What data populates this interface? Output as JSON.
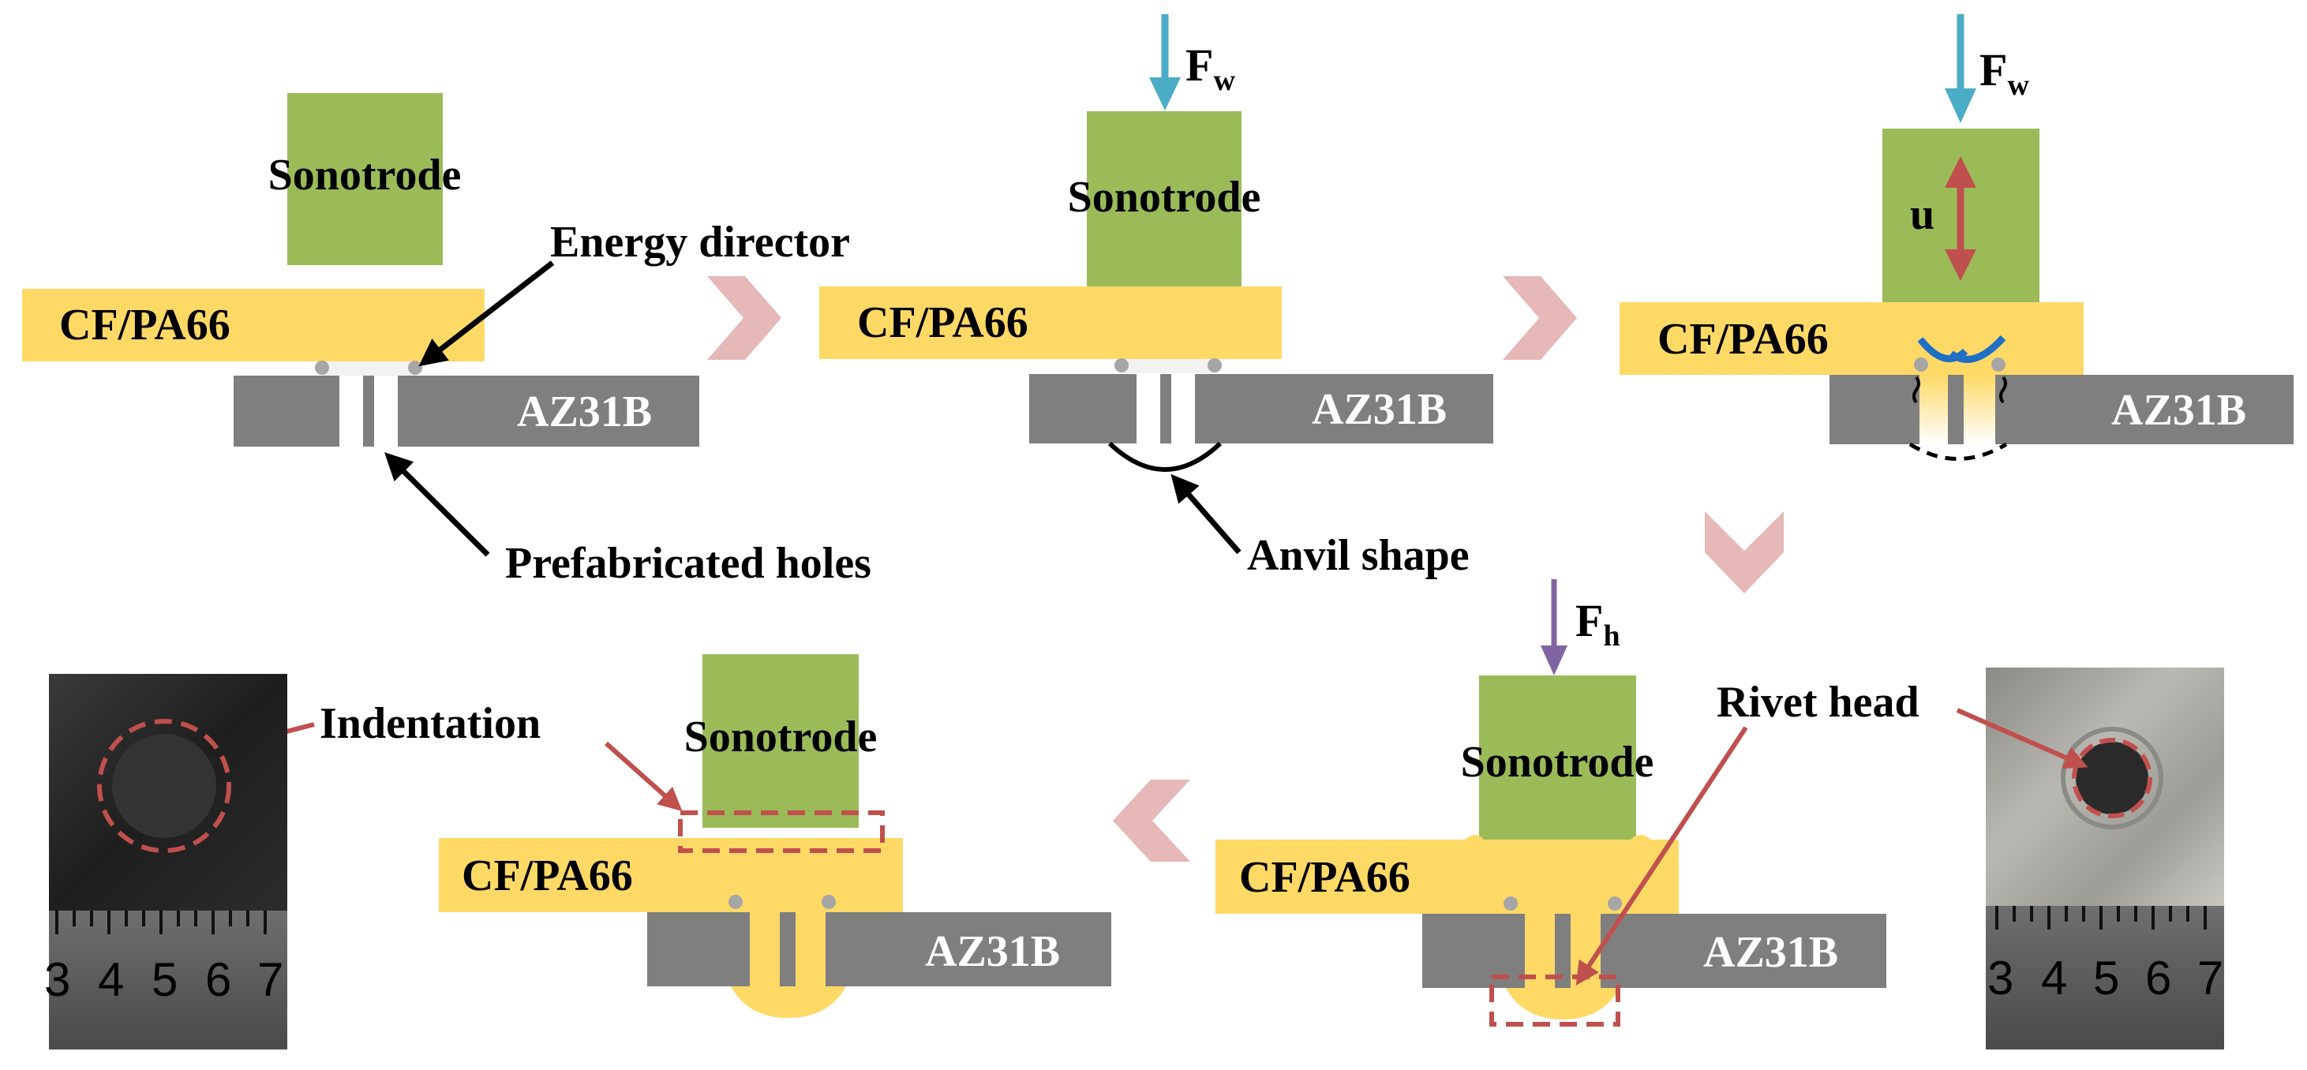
{
  "labels": {
    "sonotrode": "Sonotrode",
    "composite": "CF/PA66",
    "metal": "AZ31B",
    "energy_director": "Energy director",
    "prefabricated_holes": "Prefabricated holes",
    "anvil_shape": "Anvil shape",
    "displacement": "u",
    "indentation": "Indentation",
    "rivet_head": "Rivet head",
    "force_weld_main": "F",
    "force_weld_sub": "w",
    "force_hold_main": "F",
    "force_hold_sub": "h"
  },
  "ruler": {
    "ticks": [
      "3",
      "4",
      "5",
      "6",
      "7"
    ]
  },
  "colors": {
    "sonotrode": "#9bbb59",
    "composite": "#ffd966",
    "metal": "#7f7f7f",
    "weld_force_arrow": "#4bacc6",
    "hold_force_arrow": "#8064a2",
    "annotation_red": "#c0504d",
    "step_chevron": "#e6b8b7",
    "flow_blue": "#1f6fc4"
  }
}
